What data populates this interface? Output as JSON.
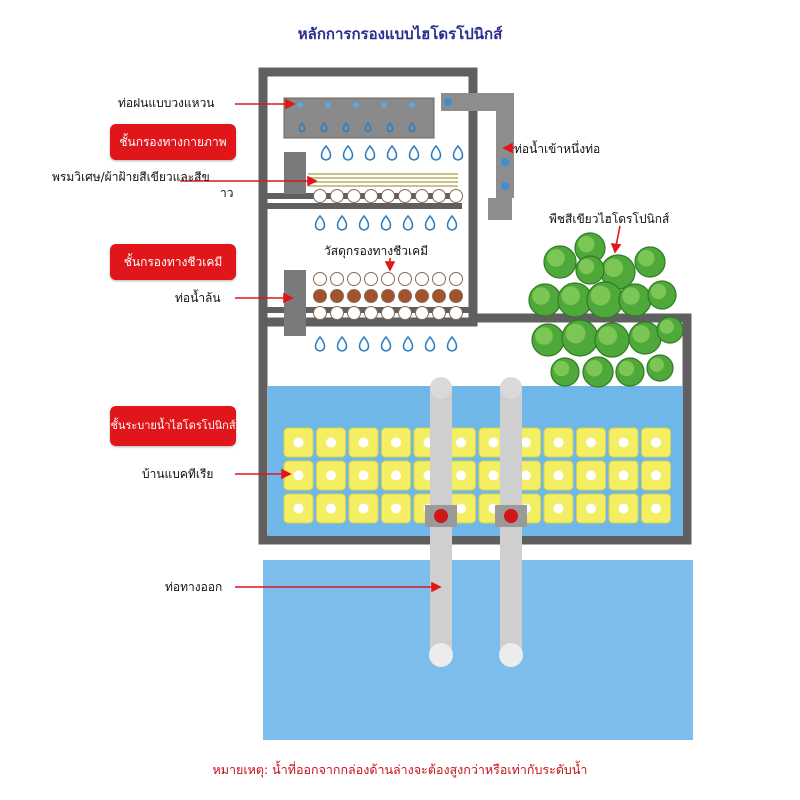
{
  "title": "หลักการกรองแบบไฮโดรโปนิกส์",
  "labels": {
    "spray_pipe": "ท่อฝนแบบวงแหวน",
    "physical_layer": "ชั้นกรองทางกายภาพ",
    "filter_cotton_1": "พรมวิเศษ/ผ้าฝ้ายสีเขียวและสีข",
    "filter_cotton_2": "าว",
    "biochem_layer": "ชั้นกรองทางชีวเคมี",
    "biochem_media": "วัสดุกรองทางชีวเคมี",
    "overflow_pipe": "ท่อน้ำล้น",
    "hydroponic_layer": "ชั้นระบายน้ำไฮโดรโปนิกส์",
    "bacteria_house": "บ้านแบคทีเรีย",
    "outlet_pipe": "ท่อทางออก",
    "inlet_pipe": "ท่อน้ำเข้าหนึ่งท่อ",
    "hydro_plant": "พืชสีเขียวไฮโดรโปนิกส์"
  },
  "note": "หมายเหตุ: น้ำที่ออกจากกล่องด้านล่างจะต้องสูงกว่าหรือเท่ากับระดับน้ำ",
  "colors": {
    "frame": "#5f5f5f",
    "water": "#6fb6e9",
    "media_yellow": "#f4ee62",
    "label_red": "#e0161b",
    "title_blue": "#2a2f8f",
    "drop_blue": "#2f7fc1"
  }
}
